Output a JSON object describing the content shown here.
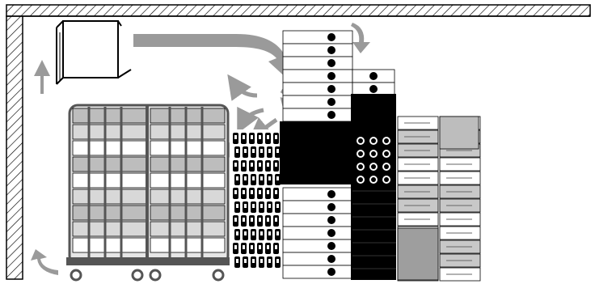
{
  "colors": {
    "wall_stroke": "#000000",
    "arrow": "#9a9a9a",
    "crate_light": "#c8c8c8",
    "crate_mid": "#9e9e9e",
    "dark_block": "#000000",
    "trolley_frame": "#555555"
  },
  "scene": {
    "walls": [
      "top-wall",
      "left-wall"
    ],
    "airflow_arrows": [
      "discharge-arrow",
      "downflow-arrow",
      "return-arrow-top-left",
      "return-arrow-bottom-left",
      "swirl-arrows"
    ],
    "equipment": [
      "cooling-unit",
      "roll-trolley",
      "bottle-pallet",
      "crate-stack-center",
      "crate-stack-black",
      "crate-stack-right"
    ]
  }
}
